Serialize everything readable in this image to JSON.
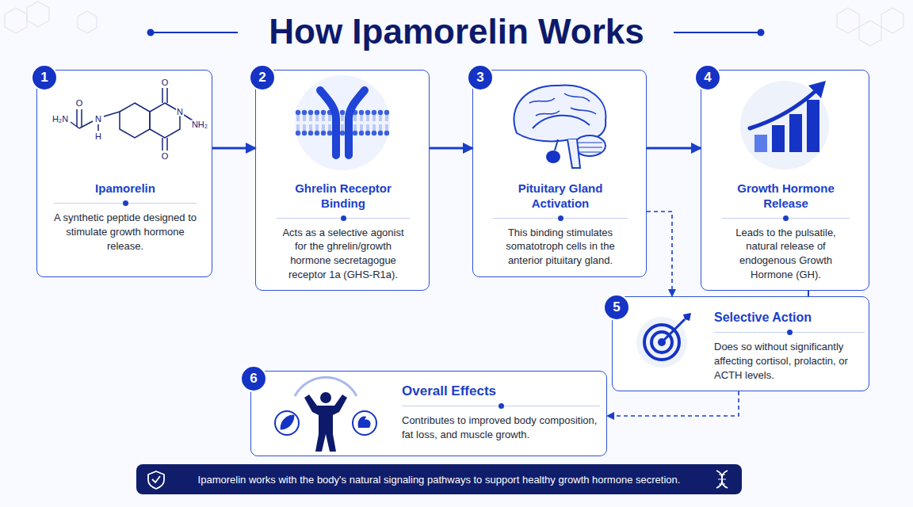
{
  "diagram": {
    "title": "How Ipamorelin Works",
    "nodes": [
      {
        "text": [
          "Ipamorelin",
          "A synthetic peptide designed to stimulate growth hormone release."
        ]
      },
      {
        "text": [
          "Ghrelin Receptor Binding",
          "Acts as a selective agonist for the ghrelin/growth hormone secretagogue receptor 1a (GHS-R1a)."
        ]
      },
      {
        "text": [
          "Pituitary Gland Activation",
          "This binding stimulates somatotroph cells in the anterior pituitary gland."
        ]
      },
      {
        "text": [
          "Growth Hormone Release",
          "Leads to the pulsatile, natural release of endogenous Growth Hormone (GH)."
        ]
      },
      {
        "text": [
          "Selective Action",
          "Does so without significantly affecting cortisol, prolactin, or ACTH levels."
        ]
      },
      {
        "text": [
          "Overall Effects",
          "Contributes to improved body composition, fat loss, and muscle growth."
        ]
      },
      {
        "text": [
          "Ipamorelin works with the body's natural signaling pathways to support healthy growth hormone secretion."
        ]
      }
    ],
    "edges": [
      {
        "from": 0,
        "to": 1,
        "arrow": "to"
      },
      {
        "from": 1,
        "to": 2,
        "arrow": "to"
      },
      {
        "from": 2,
        "to": 3,
        "arrow": "to"
      },
      {
        "from": 2,
        "to": 4,
        "arrow": "to"
      },
      {
        "from": 3,
        "to": 4,
        "arrow": "none"
      },
      {
        "from": 4,
        "to": 5,
        "arrow": "to"
      }
    ],
    "labels": [
      "1",
      "2",
      "3",
      "4",
      "5",
      "6",
      "H₂N",
      "O",
      "N",
      "H",
      "O",
      "N",
      "NH₂",
      "O"
    ]
  }
}
